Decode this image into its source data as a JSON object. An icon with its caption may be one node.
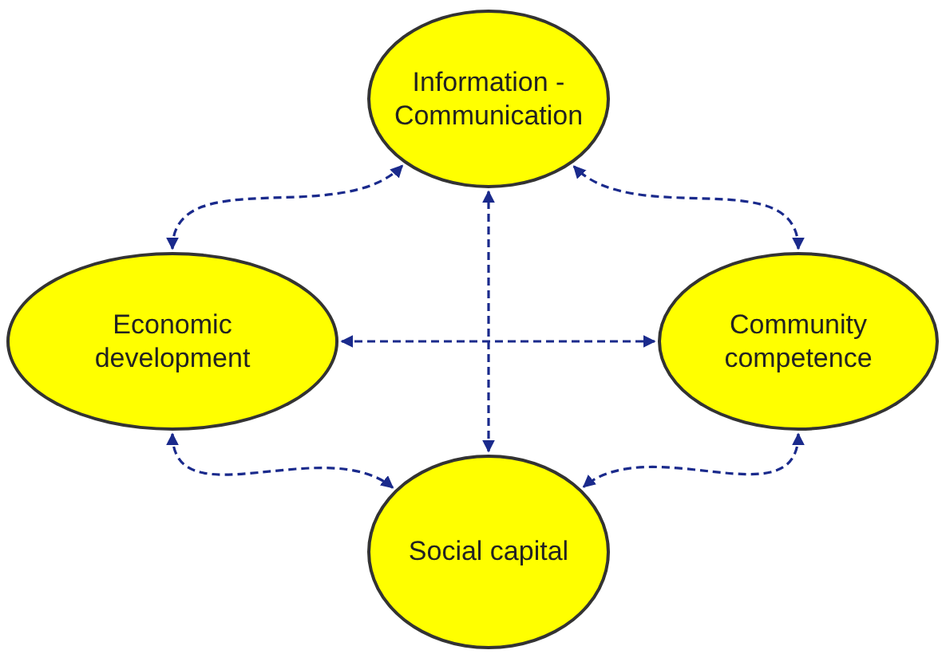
{
  "diagram": {
    "nodes": [
      {
        "text": [
          "Information - Communication"
        ]
      },
      {
        "text": [
          "Economic development"
        ]
      },
      {
        "text": [
          "Community competence"
        ]
      },
      {
        "text": [
          "Social capital"
        ]
      }
    ],
    "edges": [
      {
        "from": 1,
        "to": 2,
        "arrow": "both",
        "style": "dashed"
      },
      {
        "from": 3,
        "to": 0,
        "arrow": "both",
        "style": "dashed"
      },
      {
        "from": 1,
        "to": 0,
        "arrow": "both",
        "style": "dashed"
      },
      {
        "from": 1,
        "to": 3,
        "arrow": "both",
        "style": "dashed"
      },
      {
        "from": 2,
        "to": 0,
        "arrow": "both",
        "style": "dashed"
      },
      {
        "from": 2,
        "to": 3,
        "arrow": "both",
        "style": "dashed"
      }
    ]
  }
}
